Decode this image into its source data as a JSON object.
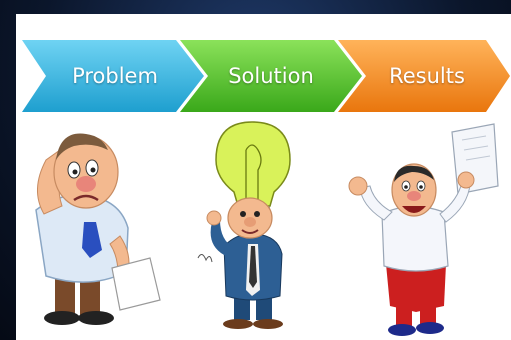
{
  "steps": [
    {
      "label": "Problem",
      "color": "#2fb5df"
    },
    {
      "label": "Solution",
      "color": "#4fc12a"
    },
    {
      "label": "Results",
      "color": "#f08a1e"
    }
  ],
  "figures": {
    "problem": "confused-man-figure",
    "solution": "idea-man-with-lightbulb-figure",
    "results": "cheering-man-figure"
  }
}
